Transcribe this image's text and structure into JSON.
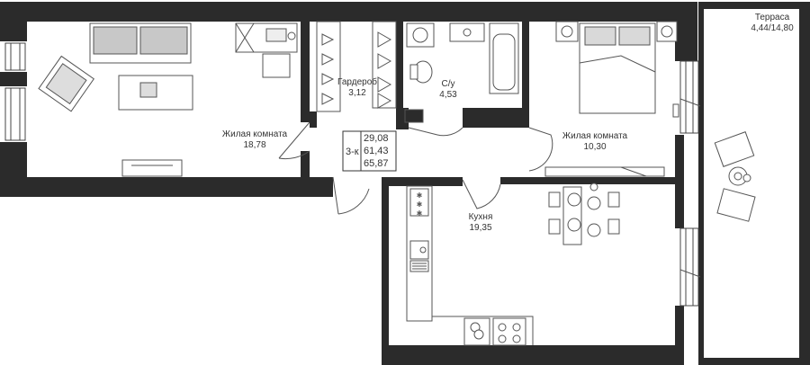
{
  "rooms": {
    "living1": {
      "name": "Жилая комната",
      "area": "18,78"
    },
    "wardrobe": {
      "name": "Гардероб",
      "area": "3,12"
    },
    "bathroom": {
      "name": "С/у",
      "area": "4,53"
    },
    "living2": {
      "name": "Жилая комната",
      "area": "10,30"
    },
    "kitchen": {
      "name": "Кухня",
      "area": "19,35"
    },
    "terrace": {
      "name": "Терраса",
      "area": "4,44/14,80"
    }
  },
  "summary": {
    "rooms_count": "3-к",
    "living_area": "29,08",
    "total_area": "61,43",
    "total_with_terrace": "65,87"
  },
  "colors": {
    "wall": "#2b2b2b",
    "furniture_line": "#555555",
    "sofa_fill": "#c8c8c8",
    "bed_fill": "#d9d9d9"
  }
}
